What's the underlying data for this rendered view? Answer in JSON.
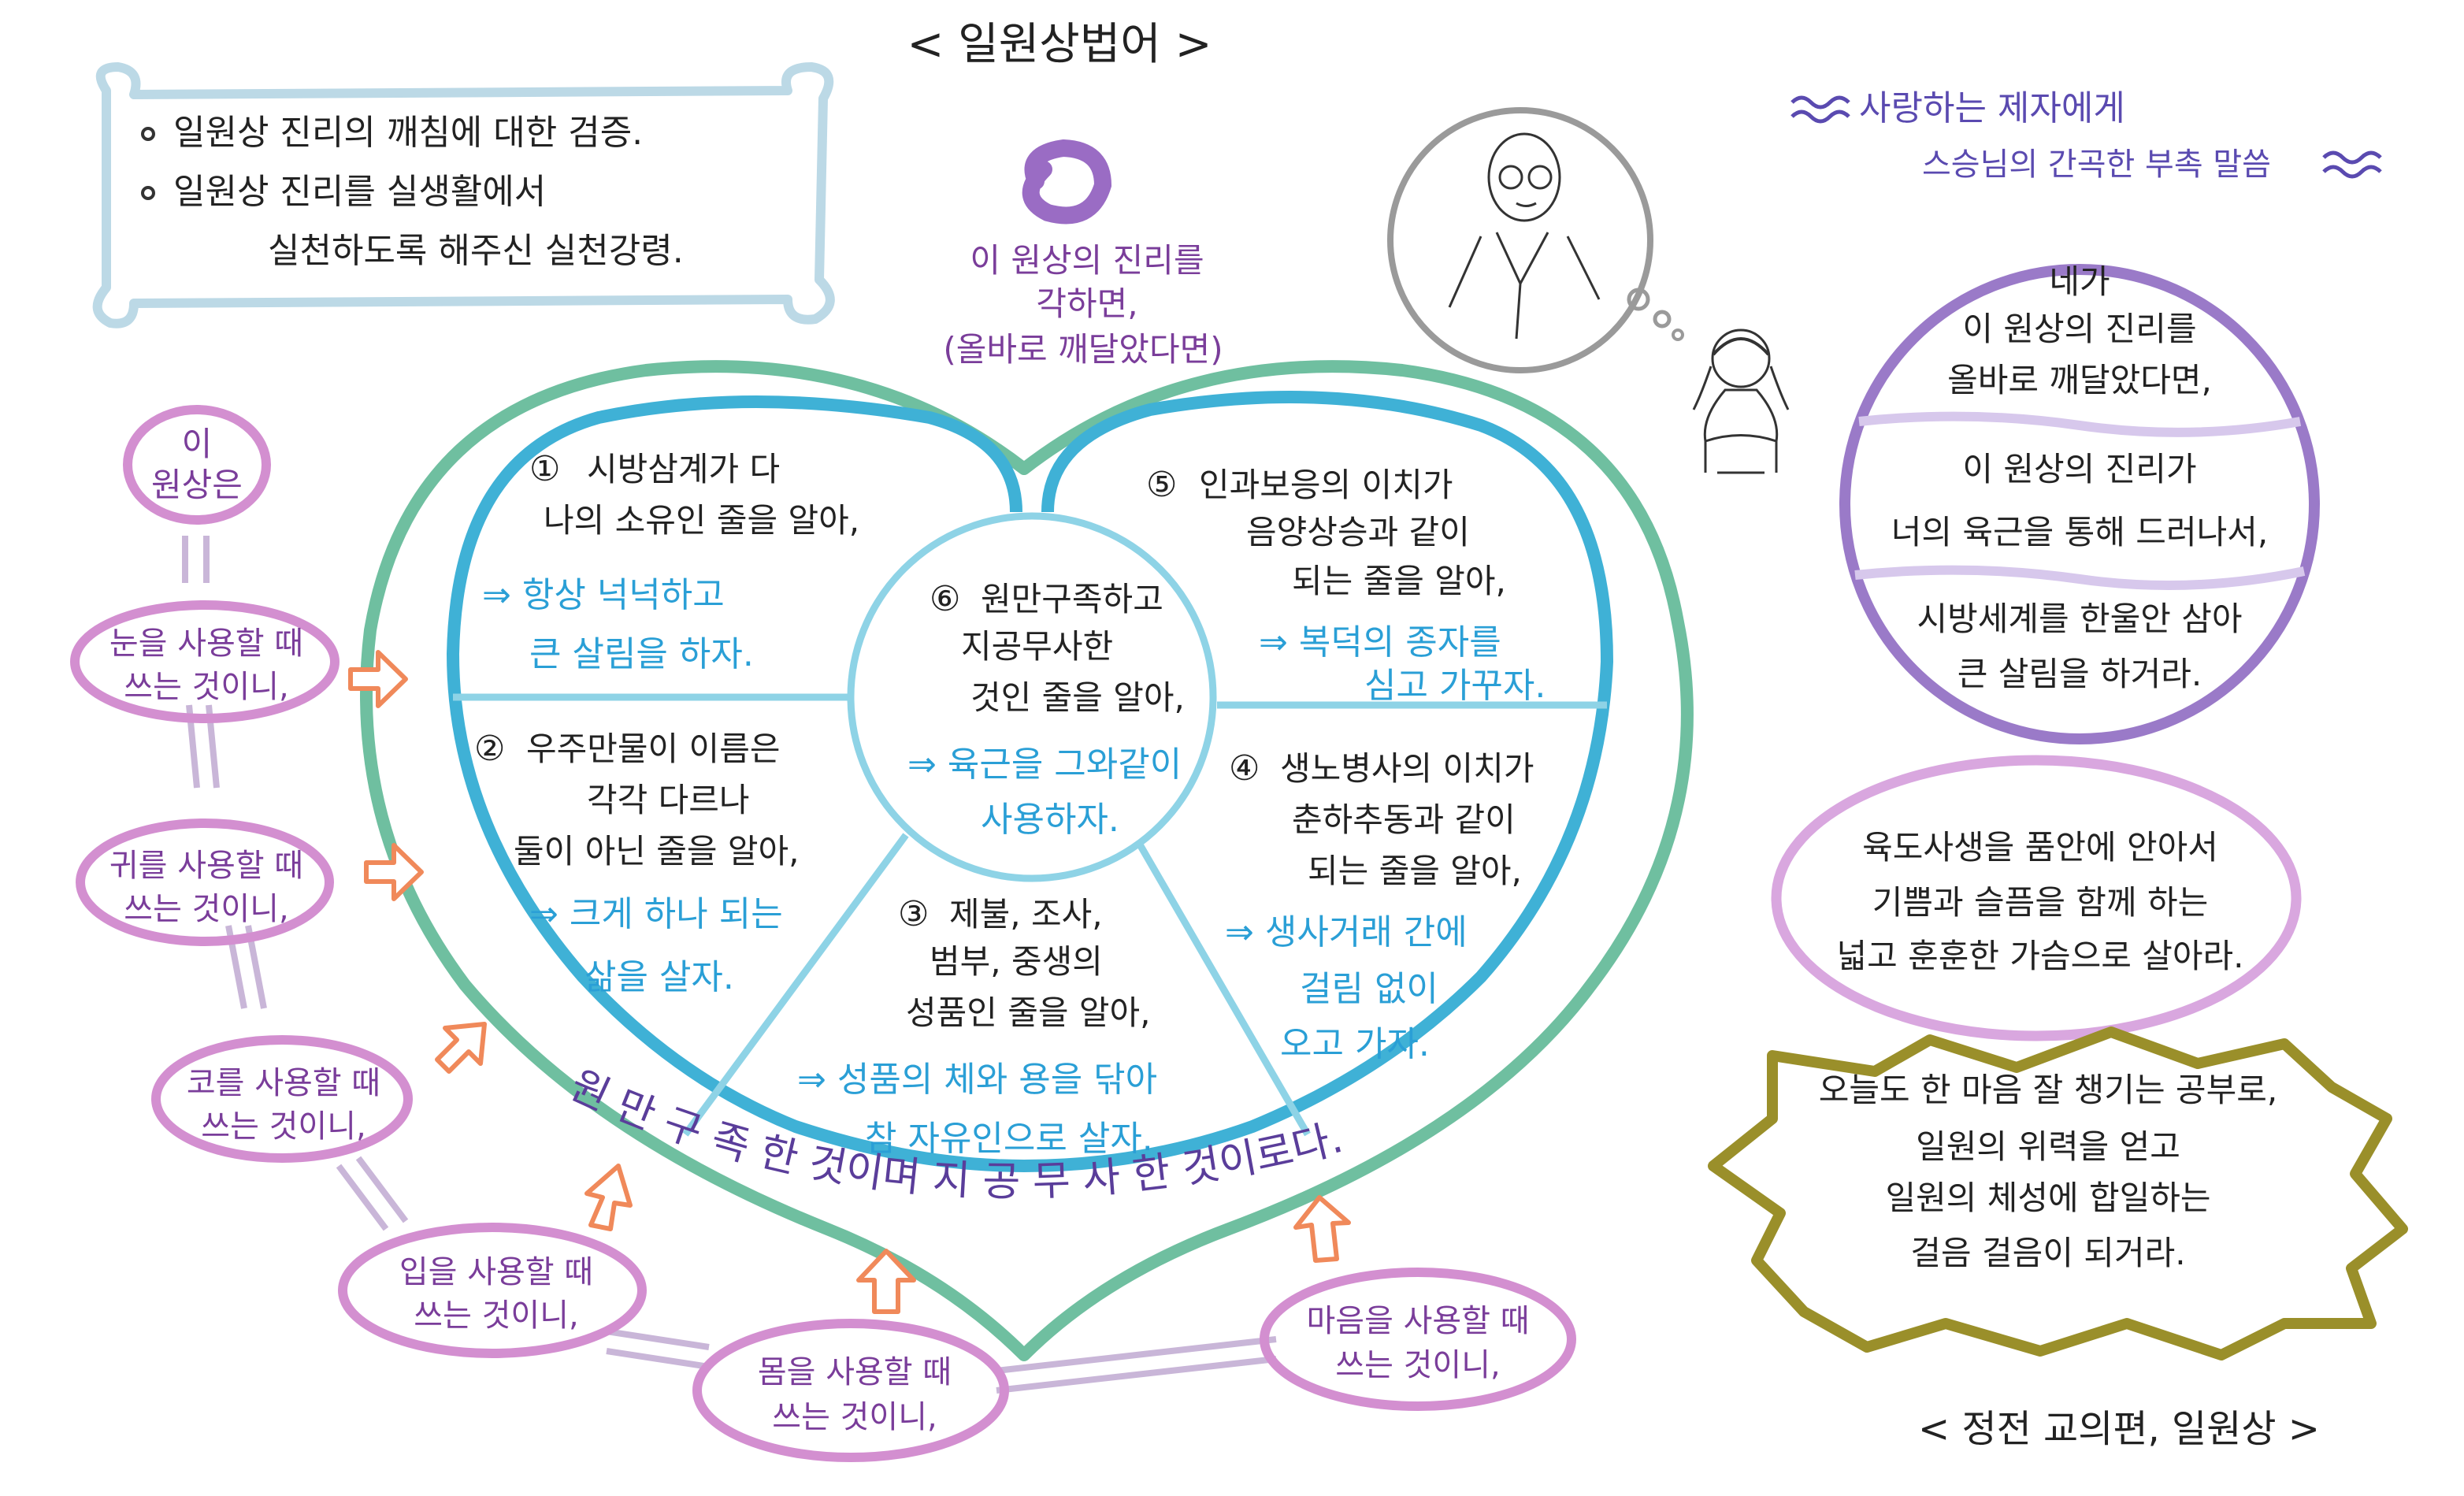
{
  "title": "< 일원상법어 >",
  "source": "< 정전 교의편, 일원상 >",
  "summary": {
    "line1": "일원상 진리의 깨침에 대한 검증.",
    "line2": "일원상 진리를 실생활에서",
    "line3": "실천하도록 해주신 실천강령."
  },
  "top_center": {
    "line1": "이 원상의 진리를",
    "line2": "각하면,",
    "line3": "(올바로 깨달았다면)"
  },
  "dedication": {
    "line1": "사랑하는 제자에게",
    "line2": "스승님의 간곡한 부촉 말씀"
  },
  "heart": {
    "s1": {
      "num": "①",
      "l1": "시방삼계가 다",
      "l2": "나의 소유인 줄을 알아,",
      "a1": "⇒ 항상 넉넉하고",
      "a2": "큰 살림을 하자."
    },
    "s2": {
      "num": "②",
      "l1": "우주만물이 이름은",
      "l2": "각각 다르나",
      "l3": "둘이 아닌 줄을 알아,",
      "a1": "⇒ 크게 하나 되는",
      "a2": "삶을 살자."
    },
    "s3": {
      "num": "③",
      "l1": "제불, 조사,",
      "l2": "범부, 중생의",
      "l3": "성품인 줄을 알아,",
      "a1": "⇒ 성품의 체와 용을 닦아",
      "a2": "참 자유인으로 살자."
    },
    "s4": {
      "num": "④",
      "l1": "생노병사의 이치가",
      "l2": "춘하추동과 같이",
      "l3": "되는 줄을 알아,",
      "a1": "⇒ 생사거래 간에",
      "a2": "걸림 없이",
      "a3": "오고 가자."
    },
    "s5": {
      "num": "⑤",
      "l1": "인과보응의 이치가",
      "l2": "음양상승과 같이",
      "l3": "되는 줄을 알아,",
      "a1": "⇒ 복덕의 종자를",
      "a2": "심고 가꾸자."
    },
    "s6": {
      "num": "⑥",
      "l1": "원만구족하고",
      "l2": "지공무사한",
      "l3": "것인 줄을 알아,",
      "a1": "⇒ 육근을 그와같이",
      "a2": "사용하자."
    },
    "arc_text": "원 만 구 족 한   것이며   지 공 무 사 한   것이로다."
  },
  "senses": {
    "start1": "이",
    "start2": "원상은",
    "eye1": "눈을 사용할 때",
    "eye2": "쓰는 것이니,",
    "ear1": "귀를 사용할 때",
    "ear2": "쓰는 것이니,",
    "nose1": "코를 사용할 때",
    "nose2": "쓰는 것이니,",
    "mouth1": "입을 사용할 때",
    "mouth2": "쓰는 것이니,",
    "body1": "몸을 사용할 때",
    "body2": "쓰는 것이니,",
    "mind1": "마음을 사용할 때",
    "mind2": "쓰는 것이니,"
  },
  "right_circle": {
    "l1": "네가",
    "l2": "이 원상의 진리를",
    "l3": "올바로 깨달았다면,",
    "l4": "이 원상의 진리가",
    "l5": "너의 육근을 통해 드러나서,",
    "l6": "시방세계를 한울안 삼아",
    "l7": "큰 살림을 하거라."
  },
  "right_pink": {
    "l1": "육도사생을 품안에 안아서",
    "l2": "기쁨과 슬픔을 함께 하는",
    "l3": "넓고 훈훈한 가슴으로 살아라."
  },
  "burst": {
    "l1": "오늘도 한 마음 잘 챙기는 공부로,",
    "l2": "일원의 위력을 얻고",
    "l3": "일원의 체성에 합일하는",
    "l4": "걸음 걸음이 되거라."
  },
  "colors": {
    "heart_outer": "#6fbfa0",
    "heart_inner": "#3fb1d6",
    "divider": "#8ed3e6",
    "purple_text": "#7a3d9a",
    "blue_text": "#2a9fd6",
    "pink_stroke": "#d38fd0",
    "purple_circle": "#9a7ac8",
    "olive": "#9a8f2a",
    "orange_arrow": "#f0895a",
    "lightblue_frame": "#bcd9e6",
    "gray_circle": "#9a9a9a"
  },
  "icons": [
    "ilwonsang-circle-icon",
    "teacher-portrait-icon",
    "disciple-figure-icon",
    "arrow-right-icon",
    "arrow-up-icon",
    "wave-icon"
  ]
}
